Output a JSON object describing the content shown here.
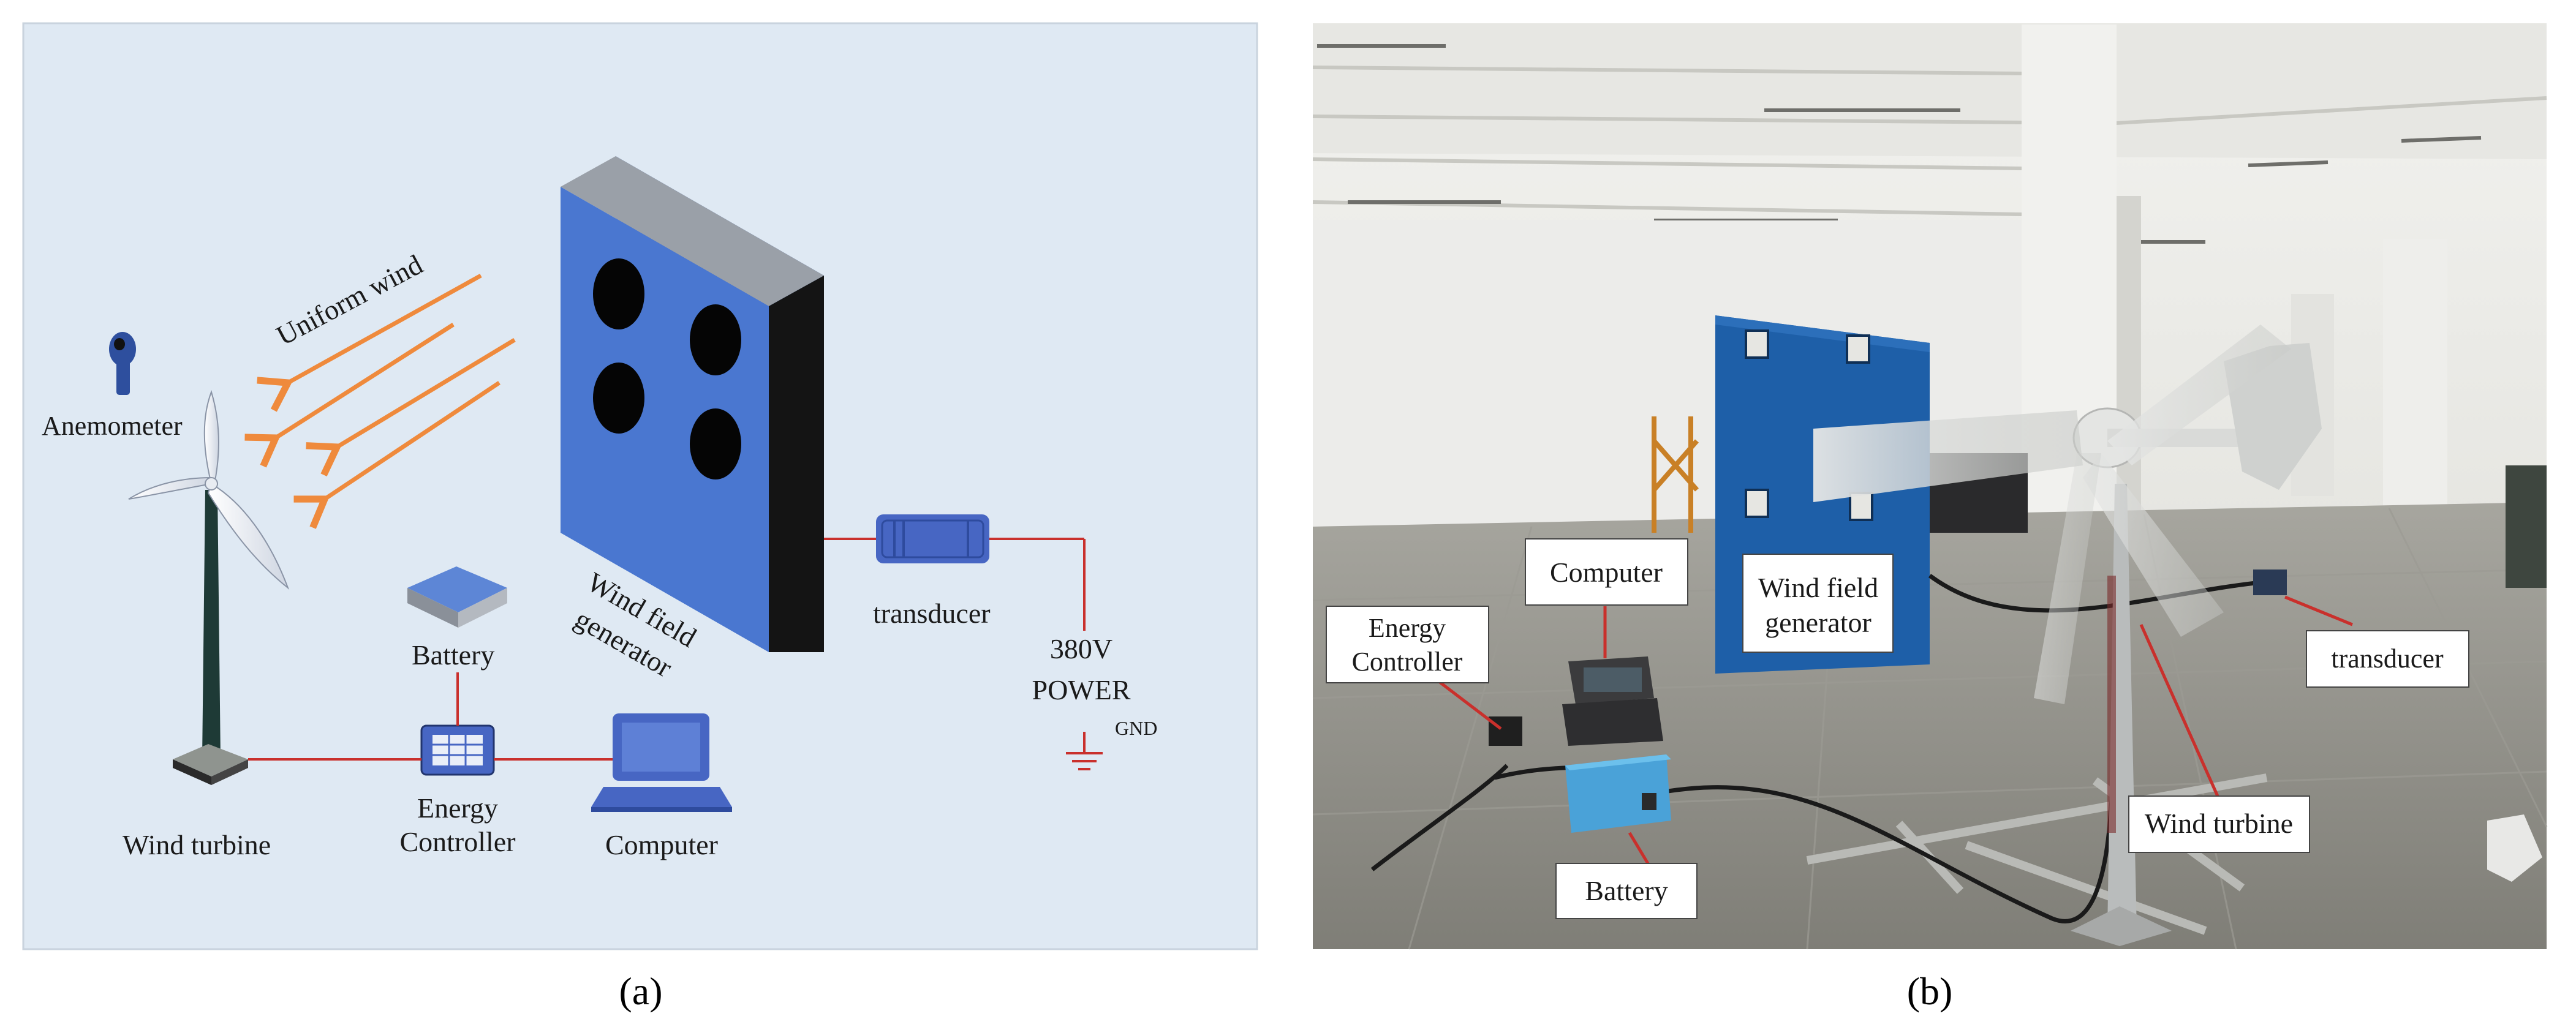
{
  "panel_a": {
    "caption": "(a)",
    "labels": {
      "uniform_wind": "Uniform wind",
      "anemometer": "Anemometer",
      "wind_field_generator_line1": "Wind field",
      "wind_field_generator_line2": "generator",
      "transducer": "transducer",
      "power_line1": "380V",
      "power_line2": "POWER",
      "gnd": "GND",
      "battery": "Battery",
      "wind_turbine": "Wind turbine",
      "energy_controller_line1": "Energy",
      "energy_controller_line2": "Controller",
      "computer": "Computer"
    },
    "colors": {
      "background": "#dfe9f3",
      "generator_face": "#4a77d0",
      "wire": "#c9302c",
      "wind_arrows": "#ef8a3c",
      "device_blue": "#4766c3"
    }
  },
  "panel_b": {
    "caption": "(b)",
    "labels": {
      "computer": "Computer",
      "energy_controller_line1": "Energy",
      "energy_controller_line2": "Controller",
      "wind_field_generator_line1": "Wind field",
      "wind_field_generator_line2": "generator",
      "transducer": "transducer",
      "wind_turbine": "Wind turbine",
      "battery": "Battery"
    },
    "colors": {
      "ceiling": "#e9e9e6",
      "floor": "#8f8f87",
      "generator_blue": "#1e5fa8",
      "leader_line": "#c9302c"
    }
  }
}
